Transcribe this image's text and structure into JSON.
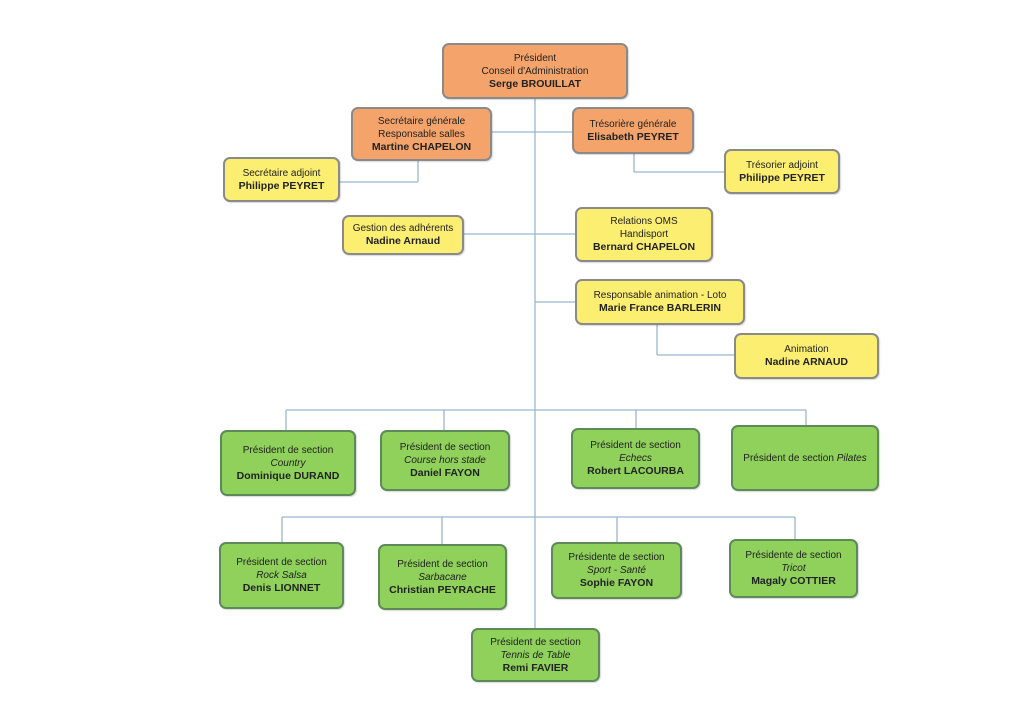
{
  "president": {
    "role1": "Président",
    "role2": "Conseil d'Administration",
    "name": "Serge BROUILLAT"
  },
  "secretaire_generale": {
    "role1": "Secrétaire générale",
    "role2": "Responsable salles",
    "name": "Martine CHAPELON"
  },
  "tresoriere_generale": {
    "role1": "Trésorière générale",
    "name": "Elisabeth PEYRET"
  },
  "secretaire_adjoint": {
    "role1": "Secrétaire adjoint",
    "name": "Philippe PEYRET"
  },
  "tresorier_adjoint": {
    "role1": "Trésorier adjoint",
    "name": "Philippe PEYRET"
  },
  "gestion_adherents": {
    "role1": "Gestion  des adhérents",
    "name": "Nadine Arnaud"
  },
  "relations_oms": {
    "role1": "Relations OMS",
    "role2": "Handisport",
    "name": "Bernard CHAPELON"
  },
  "animation_loto": {
    "role1": "Responsable animation - Loto",
    "name": "Marie France BARLERIN"
  },
  "animation": {
    "role1": "Animation",
    "name": "Nadine ARNAUD"
  },
  "sections_row1": [
    {
      "role": "Président de section",
      "section": "Country",
      "name": "Dominique DURAND"
    },
    {
      "role": "Président de section",
      "section": "Course hors stade",
      "name": "Daniel FAYON"
    },
    {
      "role": "Président de section",
      "section": "Echecs",
      "name": "Robert LACOURBA"
    },
    {
      "role": "Président de section",
      "section": "Pilates",
      "name": ""
    }
  ],
  "sections_row2": [
    {
      "role": "Président de section",
      "section": "Rock Salsa",
      "name": "Denis LIONNET"
    },
    {
      "role": "Président de section",
      "section": "Sarbacane",
      "name": "Christian PEYRACHE"
    },
    {
      "role": "Présidente de section",
      "section": "Sport - Santé",
      "name": "Sophie FAYON"
    },
    {
      "role": "Présidente de section",
      "section": "Tricot",
      "name": "Magaly COTTIER"
    }
  ],
  "section_tennis": {
    "role": "Président de section",
    "section": "Tennis de Table",
    "name": "Remi FAVIER"
  },
  "colors": {
    "executive": "#f4a46a",
    "officer": "#fcee70",
    "section": "#8fd15a",
    "connector": "#9ab6cf"
  }
}
